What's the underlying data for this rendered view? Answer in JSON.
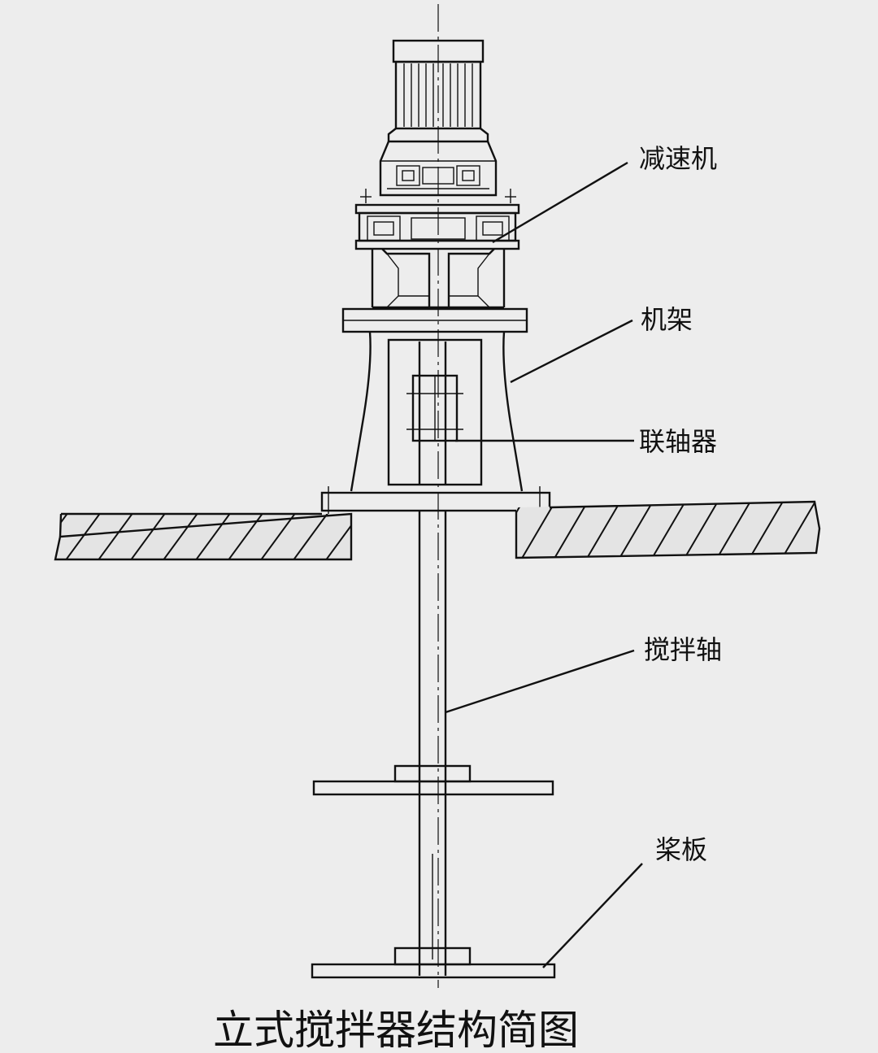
{
  "labels": {
    "reducer": "减速机",
    "frame": "机架",
    "coupling": "联轴器",
    "shaft": "搅拌轴",
    "paddle": "桨板"
  },
  "caption": "立式搅拌器结构简图"
}
